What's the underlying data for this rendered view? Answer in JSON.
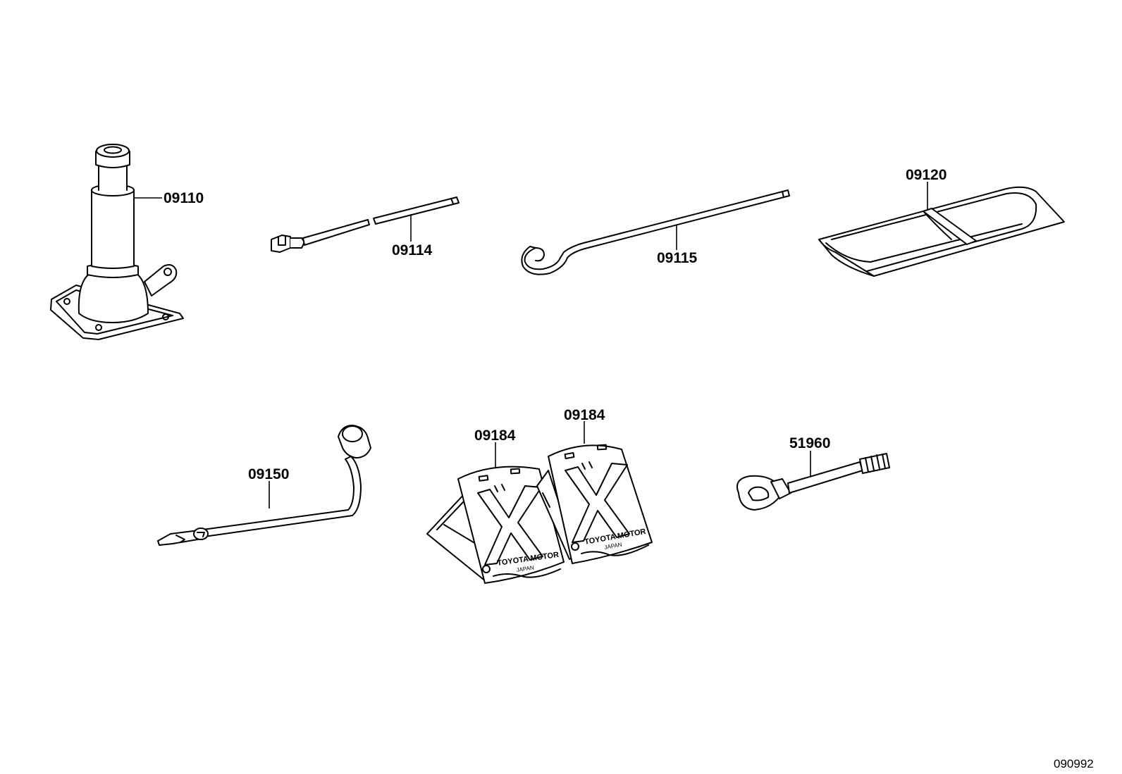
{
  "diagram": {
    "id": "090992",
    "parts": [
      {
        "key": "jack",
        "number": "09110"
      },
      {
        "key": "jack_handle_extension",
        "number": "09114"
      },
      {
        "key": "jack_handle",
        "number": "09115"
      },
      {
        "key": "tool_bag",
        "number": "09120"
      },
      {
        "key": "wheel_nut_wrench",
        "number": "09150"
      },
      {
        "key": "wheel_chock_left",
        "number": "09184"
      },
      {
        "key": "wheel_chock_right",
        "number": "09184"
      },
      {
        "key": "towing_eye",
        "number": "51960"
      }
    ],
    "chock_stamp": {
      "line1": "TOYOTA MOTOR",
      "line2": "JAPAN"
    }
  }
}
